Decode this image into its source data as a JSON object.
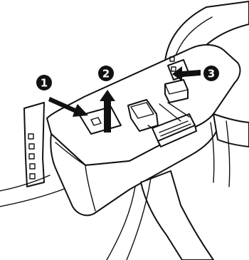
{
  "diagram": {
    "callouts": [
      {
        "id": "1",
        "label": "1",
        "arrow_direction": "right-down"
      },
      {
        "id": "2",
        "label": "2",
        "arrow_direction": "up"
      },
      {
        "id": "3",
        "label": "3",
        "arrow_direction": "left"
      }
    ],
    "colors": {
      "line": "#111111",
      "background": "#ffffff",
      "badge": "#111111",
      "badge_text": "#ffffff"
    }
  }
}
